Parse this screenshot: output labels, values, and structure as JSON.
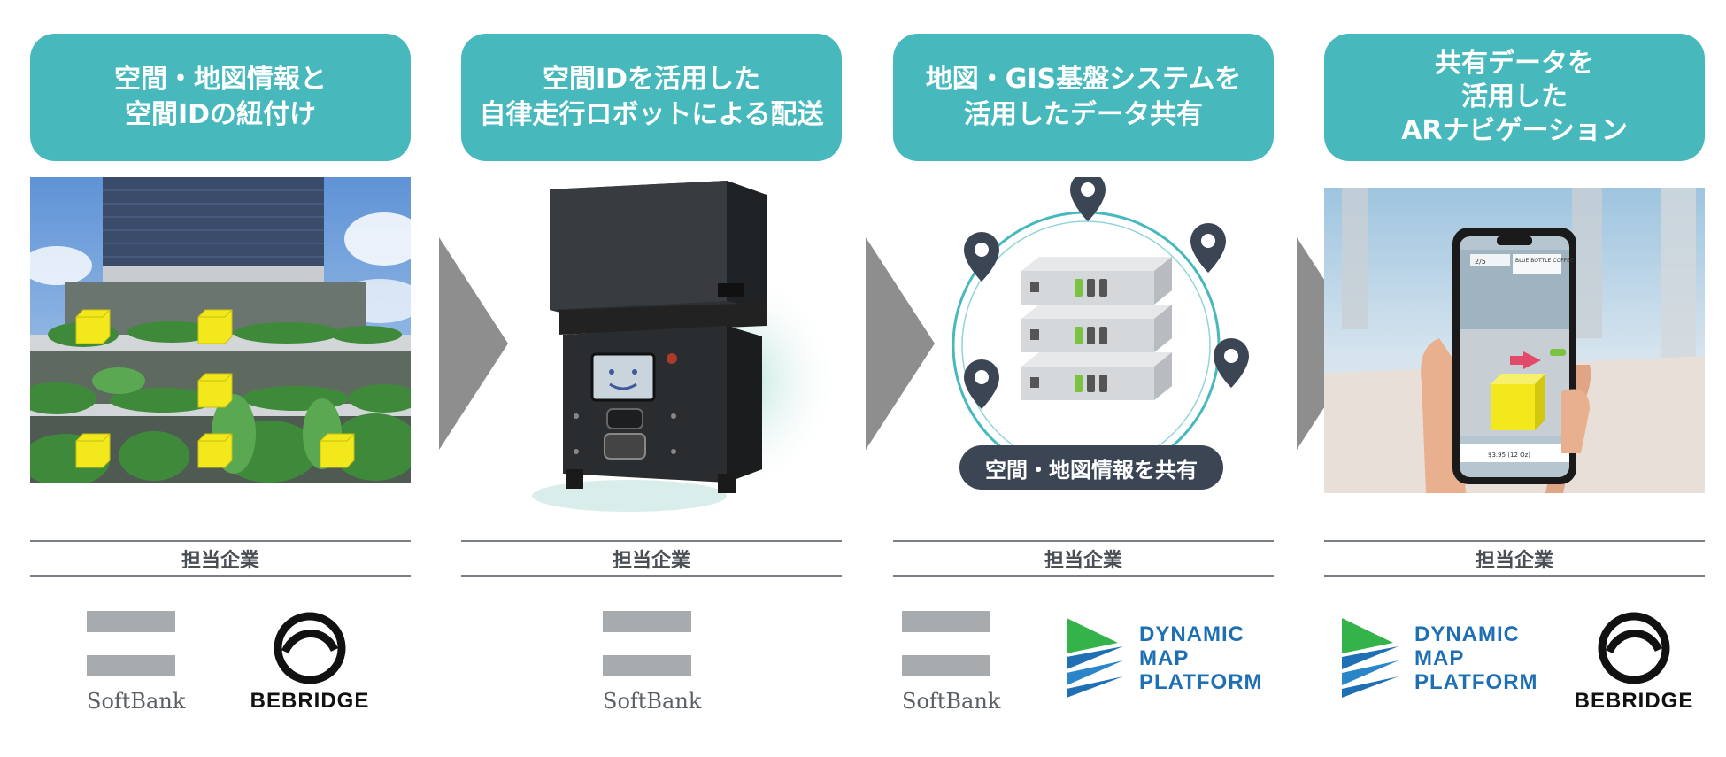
{
  "columns": [
    {
      "title_lines": [
        "空間・地図情報と",
        "空間IDの紐付け"
      ],
      "responsible_label": "担当企業",
      "logos": [
        "SoftBank",
        "BEBRIDGE"
      ]
    },
    {
      "title_lines": [
        "空間IDを活用した",
        "自律走行ロボットによる配送"
      ],
      "responsible_label": "担当企業",
      "logos": [
        "SoftBank"
      ]
    },
    {
      "title_lines": [
        "地図・GIS基盤システムを",
        "活用したデータ共有"
      ],
      "responsible_label": "担当企業",
      "badge": "空間・地図情報を共有",
      "logos": [
        "SoftBank",
        "DYNAMIC MAP PLATFORM"
      ]
    },
    {
      "title_lines": [
        "共有データを",
        "活用した",
        "ARナビゲーション"
      ],
      "responsible_label": "担当企業",
      "ar_screen": {
        "top_left": "2/5",
        "top_right": "BLUE BOTTLE COFFEE",
        "bottom": "$3.95 (12 Oz)"
      },
      "logos": [
        "DYNAMIC MAP PLATFORM",
        "BEBRIDGE"
      ]
    }
  ],
  "logo_text": {
    "softbank": "SoftBank",
    "bebridge": "BEBRIDGE",
    "dmp_lines": [
      "DYNAMIC",
      "MAP",
      "PLATFORM"
    ]
  },
  "colors": {
    "header_bg": "#47b9bd",
    "arrow": "#8e8e8e",
    "cube": "#f3e81c",
    "pill_bg": "#3b4554",
    "server_green": "#7cc242",
    "dmp_blue": "#1f6fb4",
    "dmp_green": "#34b34a"
  }
}
